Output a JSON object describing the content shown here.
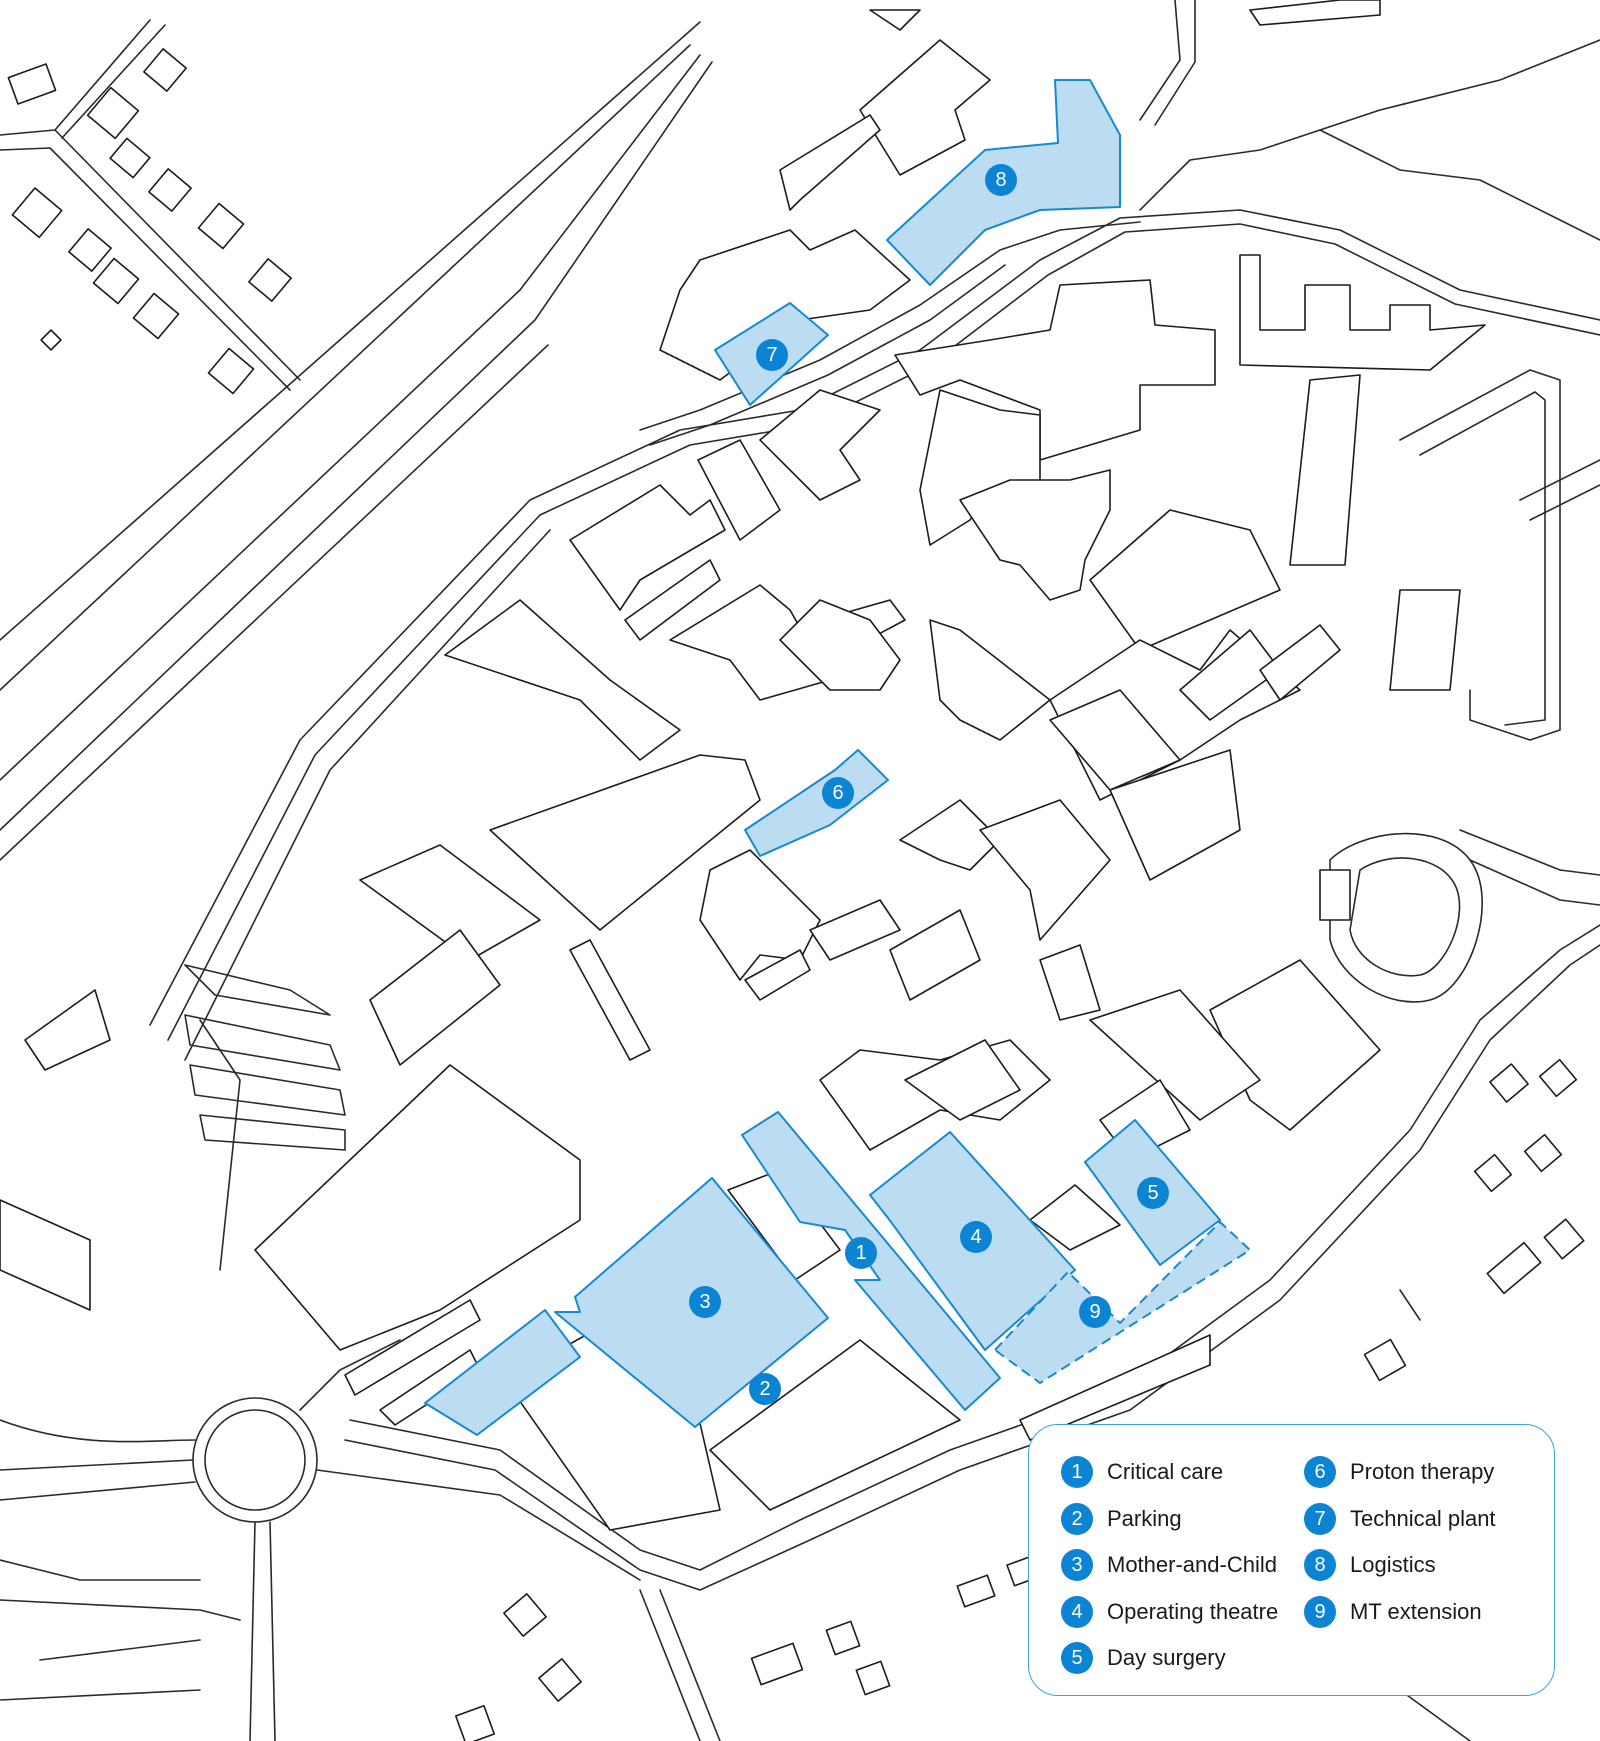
{
  "colors": {
    "highlight_fill": "#bcdcf2",
    "highlight_stroke": "#1689d2",
    "marker": "#0b84d4",
    "line": "#1c1c1c"
  },
  "markers": [
    {
      "id": "1",
      "label": "1"
    },
    {
      "id": "2",
      "label": "2"
    },
    {
      "id": "3",
      "label": "3"
    },
    {
      "id": "4",
      "label": "4"
    },
    {
      "id": "5",
      "label": "5"
    },
    {
      "id": "6",
      "label": "6"
    },
    {
      "id": "7",
      "label": "7"
    },
    {
      "id": "8",
      "label": "8"
    },
    {
      "id": "9",
      "label": "9"
    }
  ],
  "legend": {
    "items": [
      {
        "num": "1",
        "label": "Critical care"
      },
      {
        "num": "2",
        "label": "Parking"
      },
      {
        "num": "3",
        "label": "Mother-and-Child"
      },
      {
        "num": "4",
        "label": "Operating theatre"
      },
      {
        "num": "5",
        "label": "Day surgery"
      },
      {
        "num": "6",
        "label": "Proton therapy"
      },
      {
        "num": "7",
        "label": "Technical plant"
      },
      {
        "num": "8",
        "label": "Logistics"
      },
      {
        "num": "9",
        "label": "MT extension"
      }
    ]
  }
}
